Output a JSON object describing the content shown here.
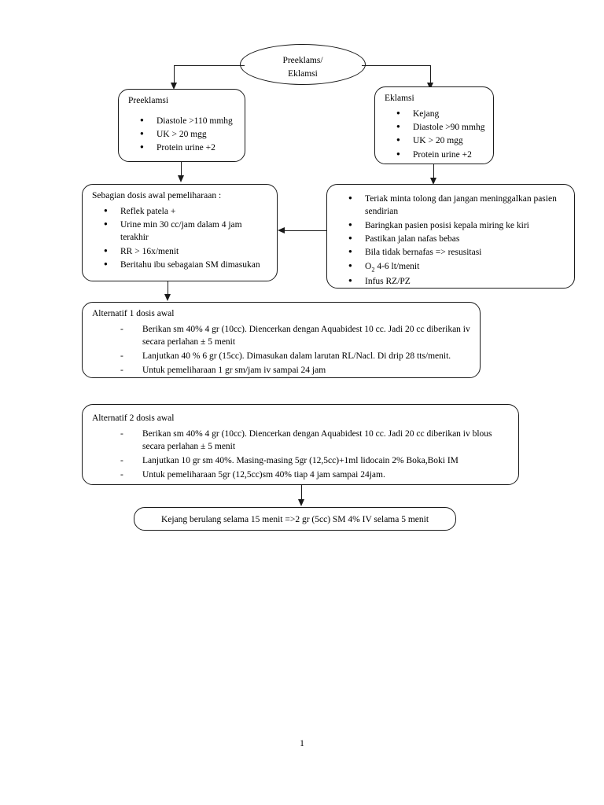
{
  "document": {
    "page_number": "1",
    "title_node": {
      "line1": "Preeklams/",
      "line2": "Eklamsi"
    }
  },
  "nodes": {
    "preeklamsi": {
      "title": "Preeklamsi",
      "bullets": [
        "Diastole >110 mmhg",
        "UK > 20 mgg",
        "Protein urine +2"
      ]
    },
    "eklamsi": {
      "title": "Eklamsi",
      "bullets": [
        "Kejang",
        "Diastole >90 mmhg",
        "UK > 20 mgg",
        "Protein urine +2"
      ]
    },
    "sebagian_dosis": {
      "title": "Sebagian dosis awal pemeliharaan :",
      "bullets": [
        "Reflek patela +",
        "Urine min 30 cc/jam dalam 4 jam terakhir",
        "RR > 16x/menit",
        "Beritahu ibu sebagaian SM dimasukan"
      ]
    },
    "penanganan_eklamsi": {
      "bullets": [
        "Teriak minta tolong dan jangan meninggalkan pasien sendirian",
        "Baringkan pasien posisi  kepala miring ke kiri",
        "Pastikan jalan nafas bebas",
        "Bila tidak bernafas => resusitasi",
        "O2 4-6 lt/menit",
        "Infus RZ/PZ"
      ],
      "o2_prefix": "O",
      "o2_subscript": "2",
      "o2_suffix": " 4-6 lt/menit"
    },
    "alternatif_1": {
      "title": "Alternatif 1 dosis awal",
      "items": [
        "Berikan sm 40% 4 gr (10cc). Diencerkan dengan Aquabidest 10 cc. Jadi 20 cc diberikan iv secara perlahan ± 5 menit",
        "Lanjutkan 40 % 6 gr (15cc). Dimasukan dalam larutan RL/Nacl. Di drip 28 tts/menit.",
        "Untuk pemeliharaan 1 gr sm/jam iv sampai 24 jam"
      ]
    },
    "alternatif_2": {
      "title": "Alternatif 2  dosis awal",
      "items": [
        "Berikan sm 40% 4 gr (10cc). Diencerkan dengan Aquabidest 10 cc. Jadi 20 cc diberikan iv blous secara perlahan ± 5 menit",
        "Lanjutkan 10 gr sm 40%. Masing-masing 5gr (12,5cc)+1ml lidocain 2% Boka,Boki IM",
        "Untuk pemeliharaan 5gr (12,5cc)sm 40% tiap 4 jam sampai 24jam."
      ]
    },
    "kejang_berulang": {
      "text": "Kejang berulang selama 15 menit =>2 gr (5cc) SM 4% IV  selama 5 menit"
    }
  },
  "colors": {
    "stroke": "#1a1a1a",
    "background": "#ffffff"
  }
}
